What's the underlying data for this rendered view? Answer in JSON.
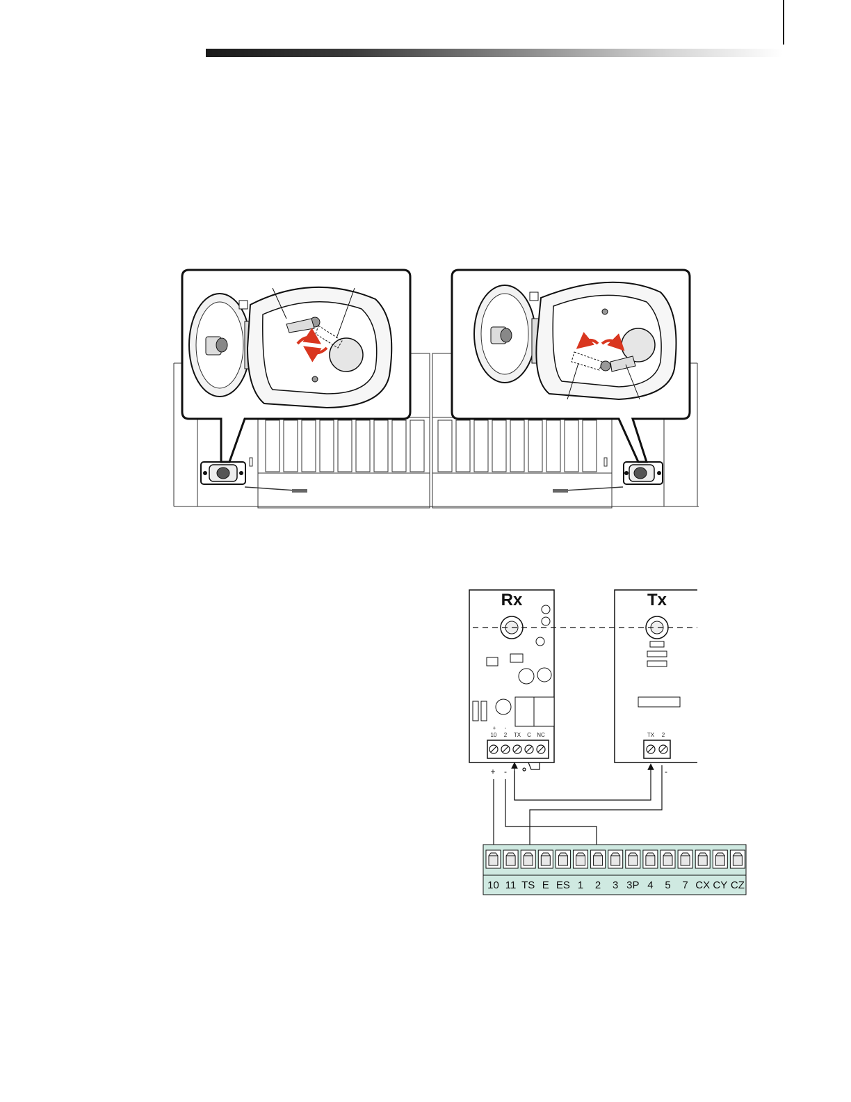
{
  "gate_figure": {
    "left_callout": "opening-lever-left",
    "right_callout": "opening-lever-right"
  },
  "photocells": {
    "rx": {
      "title": "Rx",
      "terminals": [
        "10",
        "2",
        "TX",
        "C",
        "NC"
      ],
      "polarity": [
        "+",
        "-"
      ],
      "wire_signs": [
        "+",
        "-"
      ]
    },
    "tx": {
      "title": "Tx",
      "terminals": [
        "TX",
        "2"
      ],
      "wire_sign": "-"
    }
  },
  "terminal_board": {
    "labels": [
      "10",
      "11",
      "TS",
      "E",
      "ES",
      "1",
      "2",
      "3",
      "3P",
      "4",
      "5",
      "7",
      "CX",
      "CY",
      "CZ"
    ],
    "color": "#cfe9e1"
  },
  "colors": {
    "arrow_red": "#d9361f",
    "ink": "#111111"
  }
}
